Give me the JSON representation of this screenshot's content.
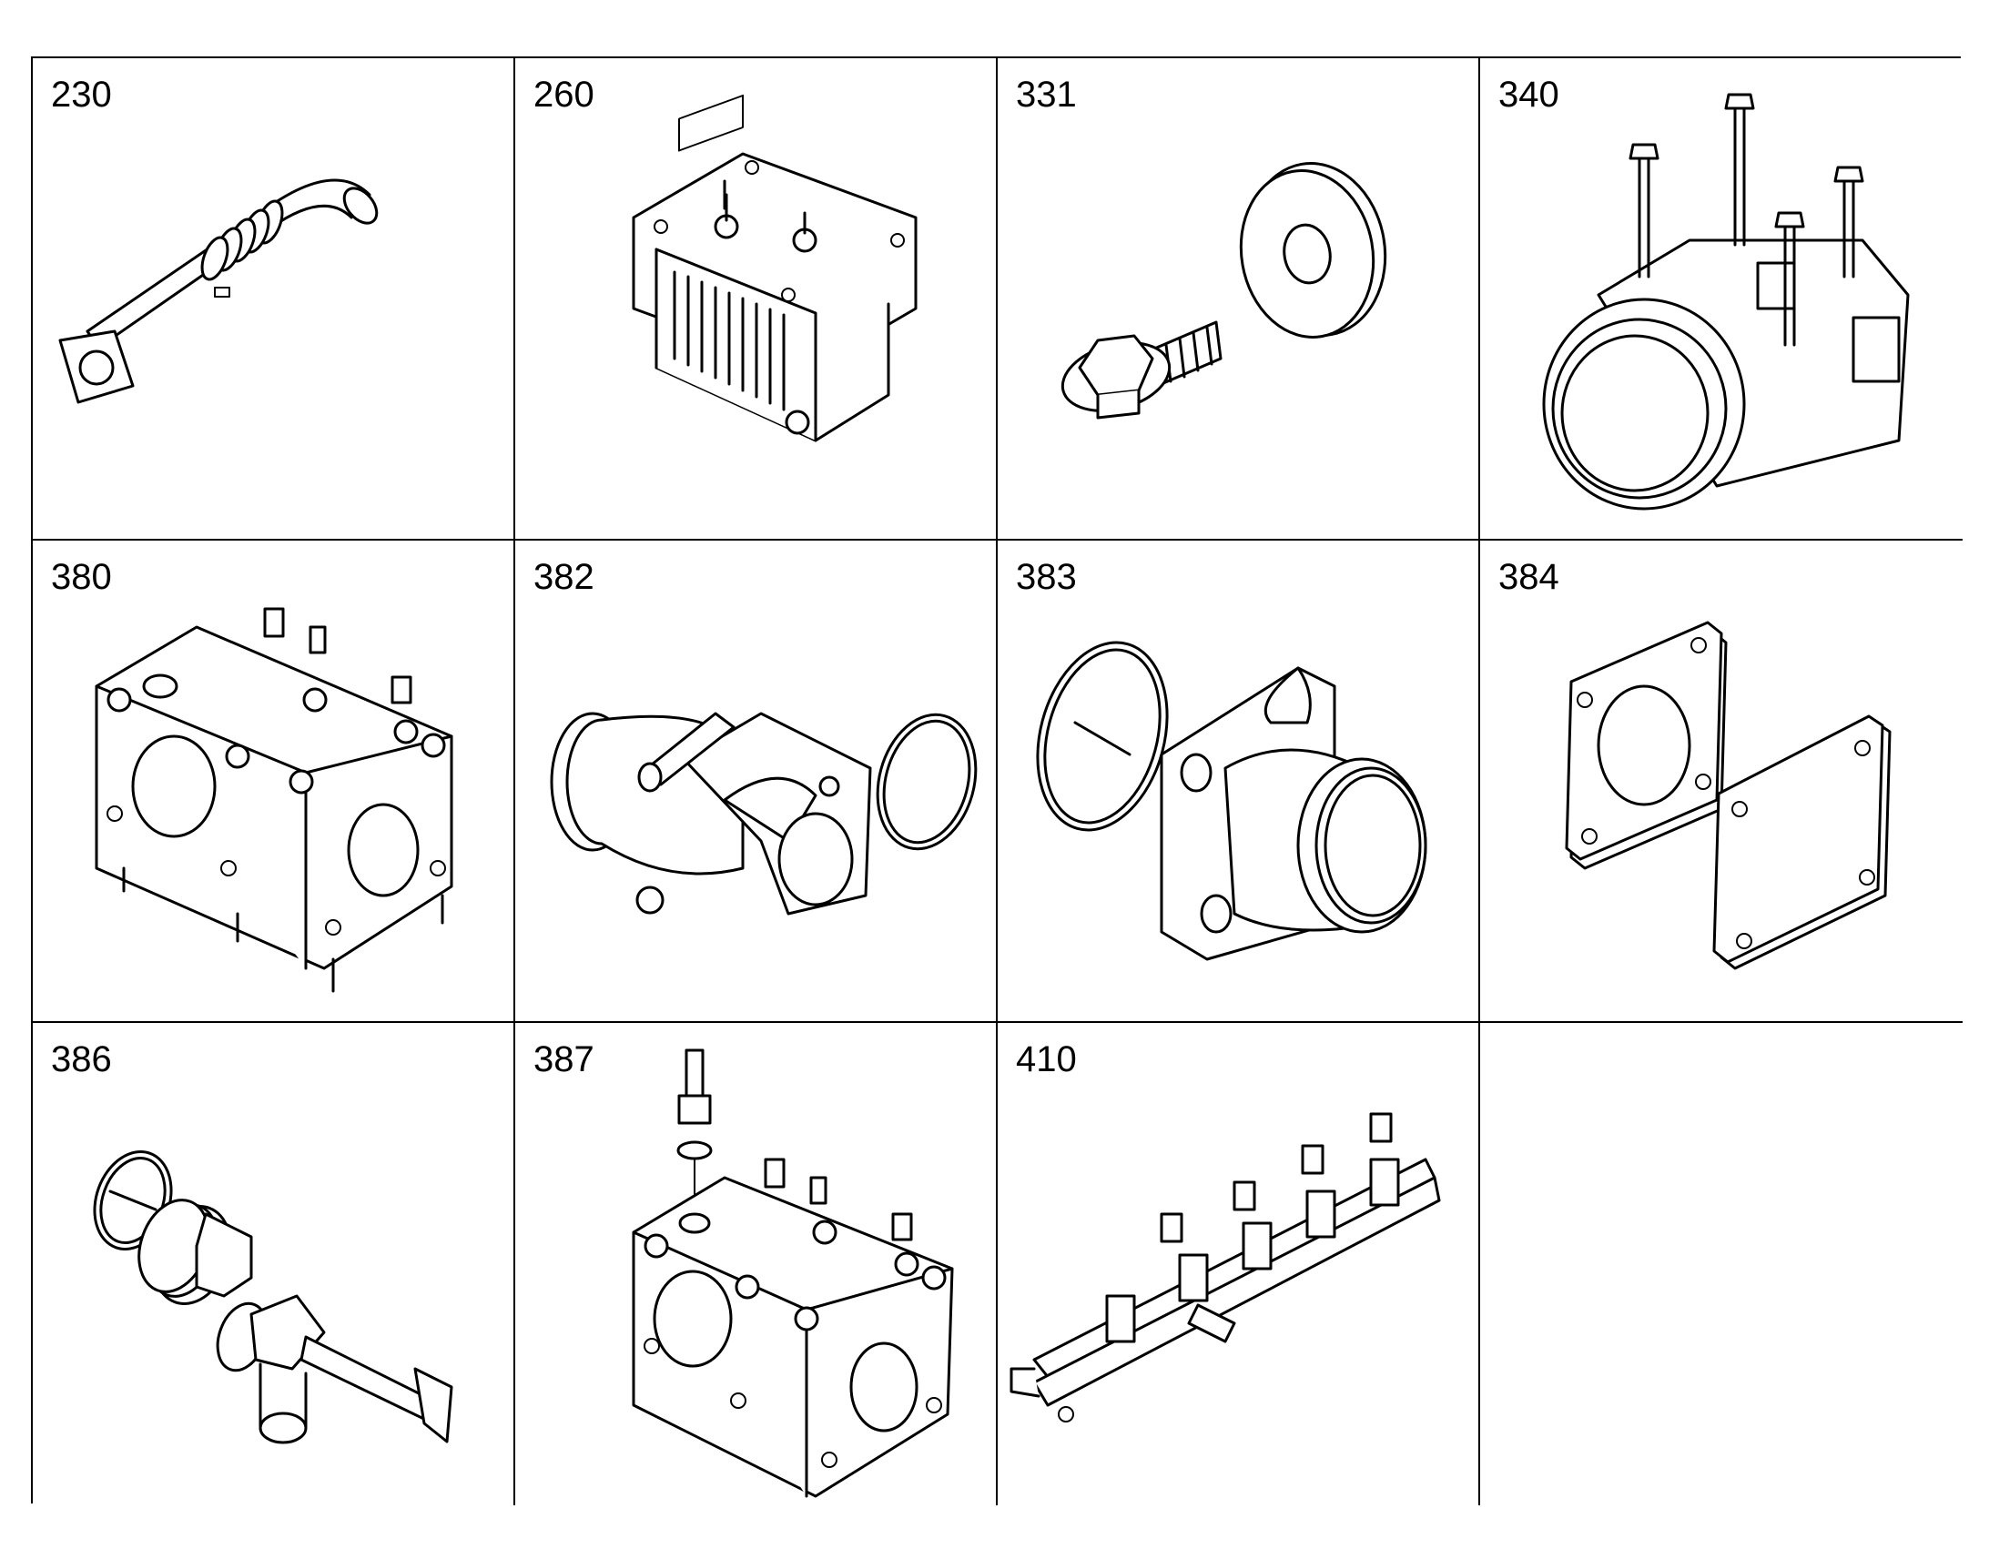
{
  "parts": [
    {
      "number": "230",
      "icon": "pipe-assembly-icon"
    },
    {
      "number": "260",
      "icon": "cooler-plate-icon"
    },
    {
      "number": "331",
      "icon": "bolt-washer-icon"
    },
    {
      "number": "340",
      "icon": "compressor-icon"
    },
    {
      "number": "380",
      "icon": "thermostat-housing-icon"
    },
    {
      "number": "382",
      "icon": "elbow-housing-icon"
    },
    {
      "number": "383",
      "icon": "outlet-housing-icon"
    },
    {
      "number": "384",
      "icon": "gasket-plate-icon"
    },
    {
      "number": "386",
      "icon": "drain-cock-icon"
    },
    {
      "number": "387",
      "icon": "housing-nipple-icon"
    },
    {
      "number": "410",
      "icon": "exhaust-manifold-icon"
    }
  ]
}
